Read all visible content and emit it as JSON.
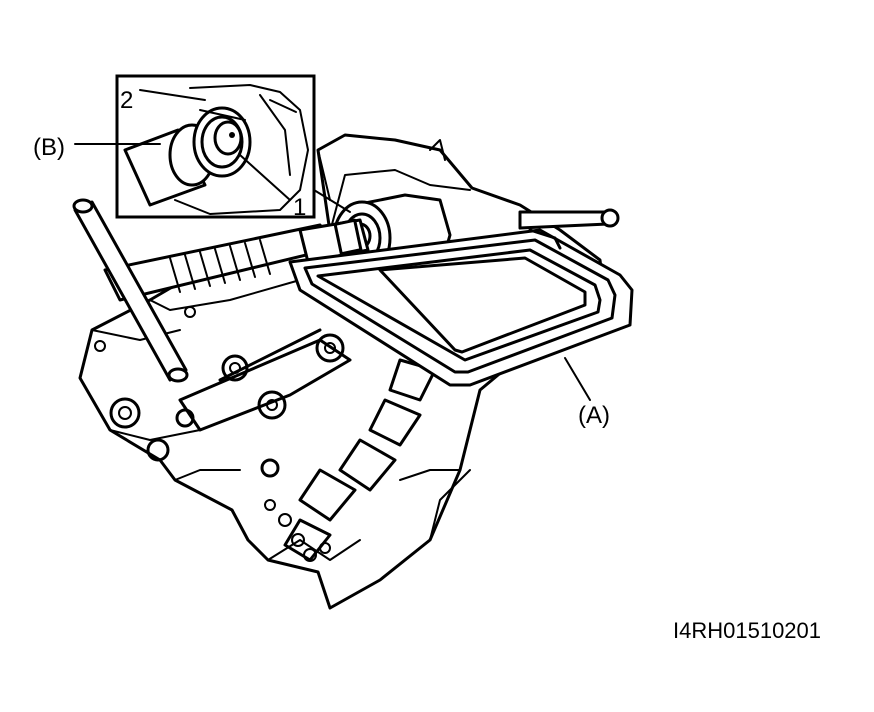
{
  "labels": {
    "part_1": "1",
    "part_2": "2",
    "tool_a": "(A)",
    "tool_b": "(B)"
  },
  "figure_code": "I4RH01510201"
}
